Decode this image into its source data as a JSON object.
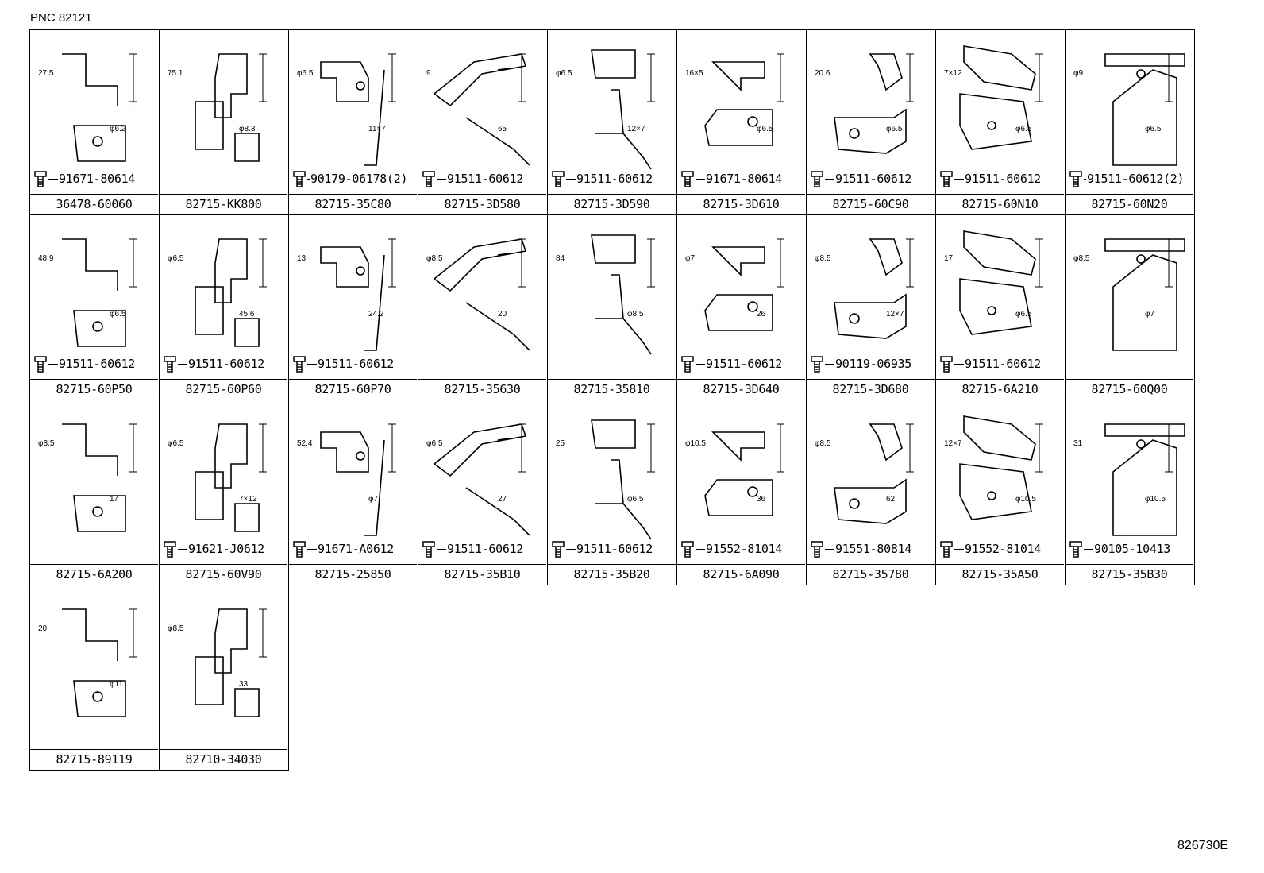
{
  "header": {
    "pnc": "PNC 82121"
  },
  "footer": {
    "ref": "826730E"
  },
  "parts": [
    {
      "pn": "36478-60060",
      "fastener": "91671-80614",
      "dims": [
        "27.5",
        "φ6.2"
      ]
    },
    {
      "pn": "82715-KK800",
      "fastener": "",
      "dims": [
        "75.1",
        "φ8.3"
      ]
    },
    {
      "pn": "82715-35C80",
      "fastener": "90179-06178(2)",
      "dims": [
        "φ6.5",
        "11×7"
      ]
    },
    {
      "pn": "82715-3D580",
      "fastener": "91511-60612",
      "dims": [
        "9",
        "65"
      ]
    },
    {
      "pn": "82715-3D590",
      "fastener": "91511-60612",
      "dims": [
        "φ6.5",
        "12×7"
      ]
    },
    {
      "pn": "82715-3D610",
      "fastener": "91671-80614",
      "dims": [
        "16×5",
        "φ6.5"
      ]
    },
    {
      "pn": "82715-60C90",
      "fastener": "91511-60612",
      "dims": [
        "20.6",
        "φ6.5"
      ]
    },
    {
      "pn": "82715-60N10",
      "fastener": "91511-60612",
      "dims": [
        "7×12",
        "φ6.5"
      ]
    },
    {
      "pn": "82715-60N20",
      "fastener": "91511-60612(2)",
      "dims": [
        "φ9",
        "φ6.5"
      ]
    },
    {
      "pn": "82715-60P50",
      "fastener": "91511-60612",
      "dims": [
        "48.9",
        "φ6.5"
      ]
    },
    {
      "pn": "82715-60P60",
      "fastener": "91511-60612",
      "dims": [
        "φ6.5",
        "45.6"
      ]
    },
    {
      "pn": "82715-60P70",
      "fastener": "91511-60612",
      "dims": [
        "13",
        "24.2"
      ]
    },
    {
      "pn": "82715-35630",
      "fastener": "",
      "dims": [
        "φ8.5",
        "20"
      ]
    },
    {
      "pn": "82715-35810",
      "fastener": "",
      "dims": [
        "84",
        "φ8.5"
      ]
    },
    {
      "pn": "82715-3D640",
      "fastener": "91511-60612",
      "dims": [
        "φ7",
        "26"
      ]
    },
    {
      "pn": "82715-3D680",
      "fastener": "90119-06935",
      "dims": [
        "φ8.5",
        "12×7"
      ]
    },
    {
      "pn": "82715-6A210",
      "fastener": "91511-60612",
      "dims": [
        "17",
        "φ6.5"
      ]
    },
    {
      "pn": "82715-60Q00",
      "fastener": "",
      "dims": [
        "φ8.5",
        "φ7"
      ]
    },
    {
      "pn": "82715-6A200",
      "fastener": "",
      "dims": [
        "φ8.5",
        "17"
      ]
    },
    {
      "pn": "82715-60V90",
      "fastener": "91621-J0612",
      "dims": [
        "φ6.5",
        "7×12"
      ]
    },
    {
      "pn": "82715-25850",
      "fastener": "91671-A0612",
      "dims": [
        "52.4",
        "φ7"
      ]
    },
    {
      "pn": "82715-35B10",
      "fastener": "91511-60612",
      "dims": [
        "φ6.5",
        "27"
      ]
    },
    {
      "pn": "82715-35B20",
      "fastener": "91511-60612",
      "dims": [
        "25",
        "φ6.5"
      ]
    },
    {
      "pn": "82715-6A090",
      "fastener": "91552-81014",
      "dims": [
        "φ10.5",
        "36"
      ]
    },
    {
      "pn": "82715-35780",
      "fastener": "91551-80814",
      "dims": [
        "φ8.5",
        "62"
      ]
    },
    {
      "pn": "82715-35A50",
      "fastener": "91552-81014",
      "dims": [
        "12×7",
        "φ10.5"
      ]
    },
    {
      "pn": "82715-35B30",
      "fastener": "90105-10413",
      "dims": [
        "31",
        "φ10.5"
      ]
    },
    {
      "pn": "82715-89119",
      "fastener": "",
      "dims": [
        "20",
        "φ11"
      ]
    },
    {
      "pn": "82710-34030",
      "fastener": "",
      "dims": [
        "φ8.5",
        "33"
      ]
    }
  ]
}
